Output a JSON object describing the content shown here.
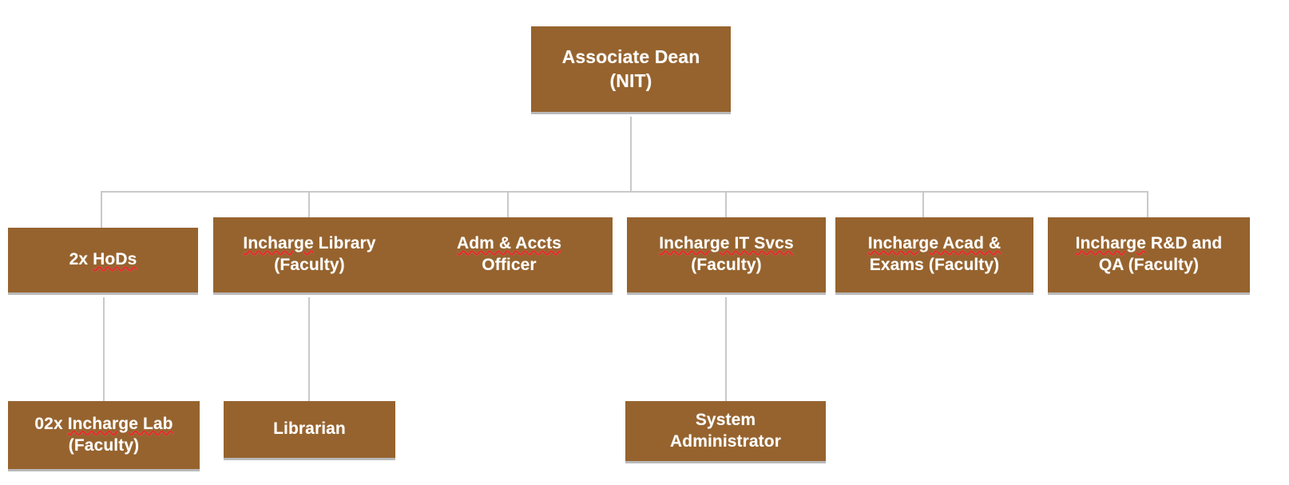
{
  "chart_data": {
    "type": "diagram",
    "diagram_kind": "organizational-hierarchy",
    "title": "",
    "colors": {
      "node_fill": "#96632E",
      "node_text": "#FFFFFF",
      "connector": "#C9C9C9",
      "node_shadow": "#B9B9B9",
      "spellcheck_underline": "#E8282A",
      "background": "#FFFFFF"
    },
    "levels": 3,
    "nodes": [
      {
        "id": "root",
        "level": 1,
        "label": "Associate Dean\n(NIT)",
        "parent": null
      },
      {
        "id": "hods",
        "level": 2,
        "label": "2x HoDs",
        "parent": "root"
      },
      {
        "id": "library",
        "level": 2,
        "label": "Incharge Library\n(Faculty)",
        "parent": "root"
      },
      {
        "id": "adm-accts",
        "level": 2,
        "label": "Adm & Accts\nOfficer",
        "parent": "root"
      },
      {
        "id": "it-svcs",
        "level": 2,
        "label": "Incharge IT Svcs\n(Faculty)",
        "parent": "root"
      },
      {
        "id": "acad-exams",
        "level": 2,
        "label": "Incharge Acad &\nExams (Faculty)",
        "parent": "root"
      },
      {
        "id": "rnd-qa",
        "level": 2,
        "label": "Incharge R&D and\nQA (Faculty)",
        "parent": "root"
      },
      {
        "id": "lab",
        "level": 3,
        "label": "02x Incharge Lab\n(Faculty)",
        "parent": "hods"
      },
      {
        "id": "librarian",
        "level": 3,
        "label": "Librarian",
        "parent": "library"
      },
      {
        "id": "sysadmin",
        "level": 3,
        "label": "System\nAdministrator",
        "parent": "it-svcs"
      }
    ]
  },
  "root": {
    "line1": "Associate Dean",
    "line2": "(NIT)"
  },
  "level2": {
    "hods": {
      "line1_pre": "2x ",
      "line1_spell": "HoDs",
      "line2": ""
    },
    "library": {
      "line1_spell": "Incharge",
      "line1_post": " Library",
      "line2": "(Faculty)"
    },
    "adm_accts": {
      "line1_spell": "Adm & Accts",
      "line1_post": "",
      "line2": "Officer"
    },
    "it_svcs": {
      "line1_spell": "Incharge IT Svcs",
      "line1_post": "",
      "line2": "(Faculty)"
    },
    "acad_exams": {
      "line1_spell": "Incharge Acad &",
      "line1_post": "",
      "line2": "Exams (Faculty)"
    },
    "rnd_qa": {
      "line1_spell": "Incharge",
      "line1_post": " R&D and",
      "line2": "QA (Faculty)"
    }
  },
  "level3": {
    "lab": {
      "line1_pre": "02x ",
      "line1_spell": "Incharge Lab",
      "line2": "(Faculty)"
    },
    "librarian": {
      "line1": "Librarian",
      "line2": ""
    },
    "sysadmin": {
      "line1": "System",
      "line2": "Administrator"
    }
  }
}
